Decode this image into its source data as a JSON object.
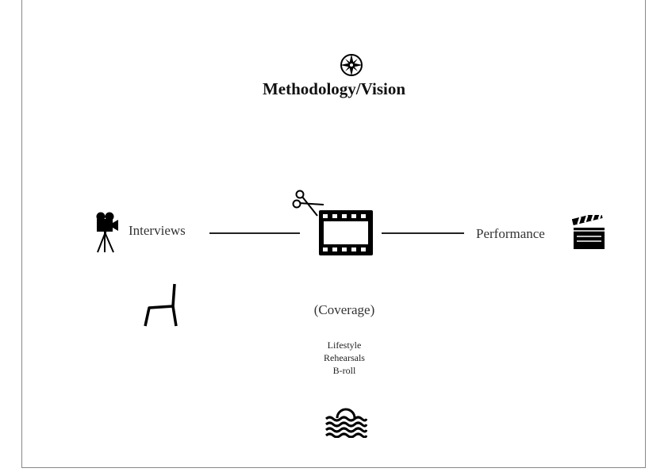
{
  "title": "Methodology/Vision",
  "left": {
    "label": "Interviews",
    "icon": "movie-camera-icon",
    "sub_icon": "chair-icon"
  },
  "right": {
    "label": "Performance",
    "icon": "clapperboard-icon"
  },
  "center": {
    "icon": "film-strip-icon",
    "edit_icon": "scissors-icon",
    "label": "(Coverage)",
    "items": [
      "Lifestyle",
      "Rehearsals",
      "B-roll"
    ],
    "bottom_icon": "sunrise-waves-icon"
  }
}
